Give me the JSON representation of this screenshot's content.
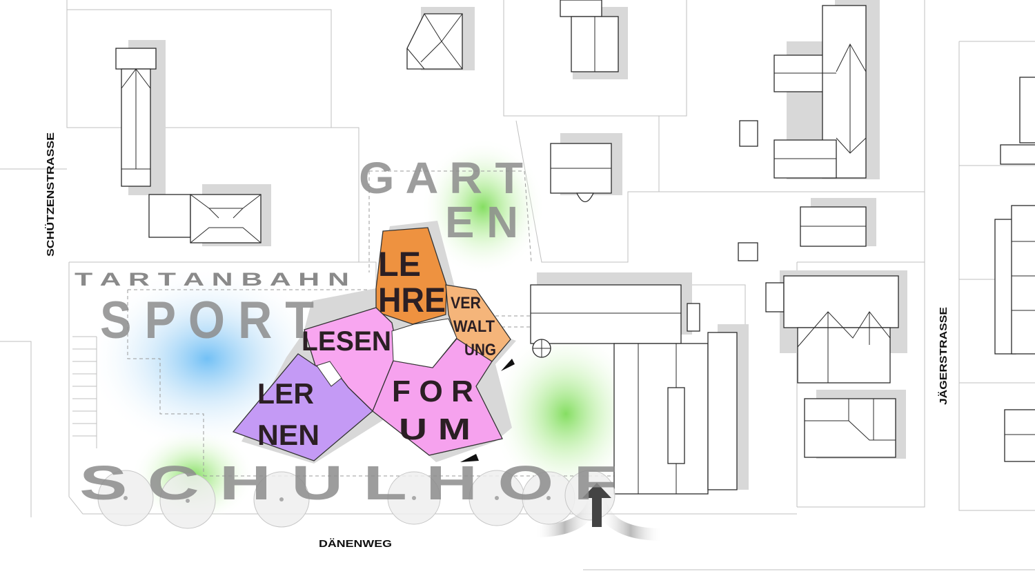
{
  "streets": {
    "west": "SCHÜTZENSTRASSE",
    "east": "JÄGERSTRASSE",
    "south": "DÄNENWEG"
  },
  "areas": {
    "garden_line1": "G A R T",
    "garden_line2": "E N",
    "track": "T A R T A N B A H N",
    "sport": "S P O R T",
    "schoolyard": "S C H U L H O F"
  },
  "zones": {
    "lehre_line1": "LE",
    "lehre_line2": "HRE",
    "verwaltung_line1": "VER",
    "verwaltung_line2": "WALT",
    "verwaltung_line3": "UNG",
    "lesen": "LESEN",
    "lernen_line1": "LER",
    "lernen_line2": "NEN",
    "forum_line1": "F O R",
    "forum_line2": "U M"
  },
  "colors": {
    "lehre": "#ee9240",
    "verwaltung": "#f5b57a",
    "lesen": "#f8a6f0",
    "forum": "#f6a2ee",
    "lernen": "#c49af5",
    "garden_glow": "#8ddd6a",
    "sport_glow": "#7fc4f5"
  }
}
